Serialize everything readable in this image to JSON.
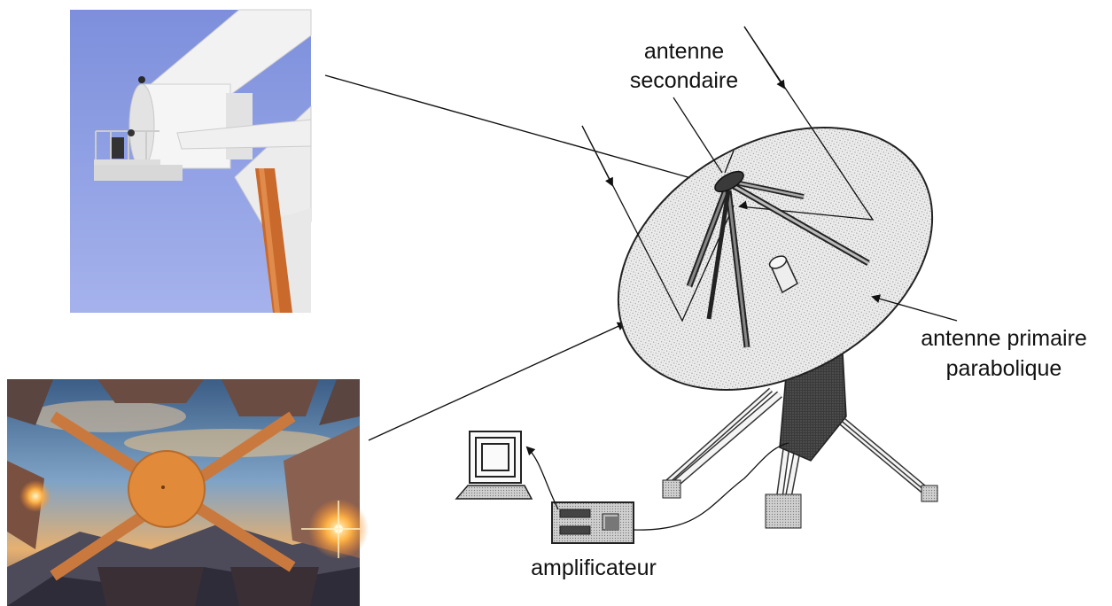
{
  "labels": {
    "secondary_antenna": [
      "antenne",
      "secondaire"
    ],
    "primary_antenna": [
      "antenne primaire",
      "parabolique"
    ],
    "amplifier": "amplificateur"
  },
  "colors": {
    "sky_blue": "#8a9be0",
    "dish_fill": "#e6e6e6",
    "strut_dark": "#555555",
    "tower_orange": "#c96a2c",
    "sunset_orange": "#e08a3a"
  }
}
